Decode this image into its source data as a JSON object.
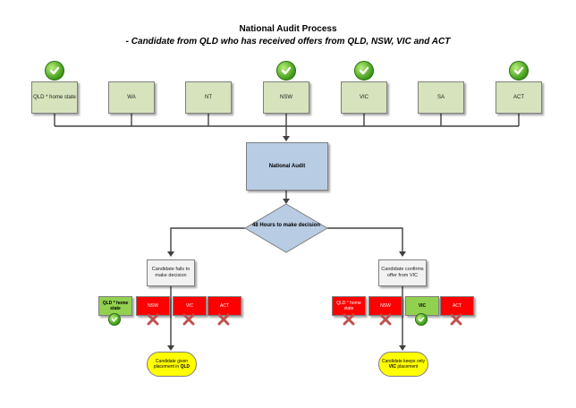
{
  "title": "National Audit Process",
  "subtitle": "- Candidate from QLD who has received offers from QLD, NSW, VIC and ACT",
  "states": [
    {
      "label": "QLD * home state",
      "offered": true
    },
    {
      "label": "WA",
      "offered": false
    },
    {
      "label": "NT",
      "offered": false
    },
    {
      "label": "NSW",
      "offered": true
    },
    {
      "label": "VIC",
      "offered": true
    },
    {
      "label": "SA",
      "offered": false
    },
    {
      "label": "ACT",
      "offered": true
    }
  ],
  "audit": "National Audit",
  "decision": "48 Hours to make decision",
  "left_branch": {
    "outcome": "Candidate fails to make decision",
    "offers": [
      {
        "label": "QLD * home state",
        "status": "accepted"
      },
      {
        "label": "NSW",
        "status": "declined"
      },
      {
        "label": "VIC",
        "status": "declined"
      },
      {
        "label": "ACT",
        "status": "declined"
      }
    ],
    "result_prefix": "Candidate given placement in ",
    "result_state": "QLD"
  },
  "right_branch": {
    "outcome": "Candidate confirms offer from VIC",
    "offers": [
      {
        "label": "QLD * home state",
        "status": "declined"
      },
      {
        "label": "NSW",
        "status": "declined"
      },
      {
        "label": "VIC",
        "status": "accepted"
      },
      {
        "label": "ACT",
        "status": "declined"
      }
    ],
    "result_prefix": "Candidate keeps only ",
    "result_state": "VIC",
    "result_suffix": " placement"
  },
  "colors": {
    "state_box": "#d6e3bc",
    "audit_box": "#b8cce4",
    "decision_diamond": "#b8cce4",
    "accepted_offer": "#92d050",
    "declined_offer": "#ff0000",
    "result": "#ffff00"
  }
}
